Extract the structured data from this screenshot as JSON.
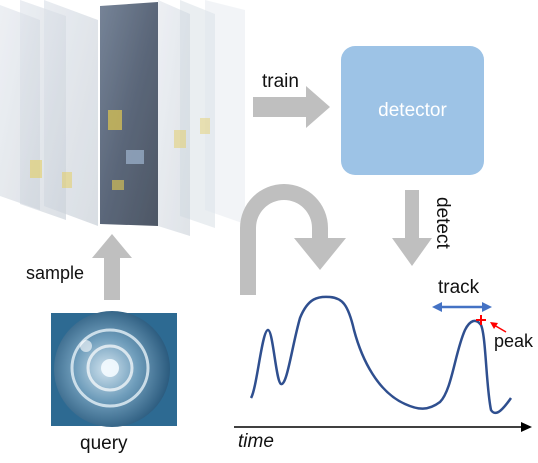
{
  "labels": {
    "train": "train",
    "detector": "detector",
    "detect": "detect",
    "sample": "sample",
    "track": "track",
    "peak": "peak",
    "query": "query",
    "time": "time"
  },
  "colors": {
    "detector_fill": "#9dc3e6",
    "arrow_gray": "#bfbfbf",
    "curve": "#2f4f8f",
    "track_arrow": "#4472c4",
    "peak_marker": "#ff0000",
    "axis": "#000000"
  },
  "icons": {
    "frame_stack": "video-frame-stack-image",
    "query_image": "query-object-photo",
    "peak_marker": "plus-marker"
  }
}
